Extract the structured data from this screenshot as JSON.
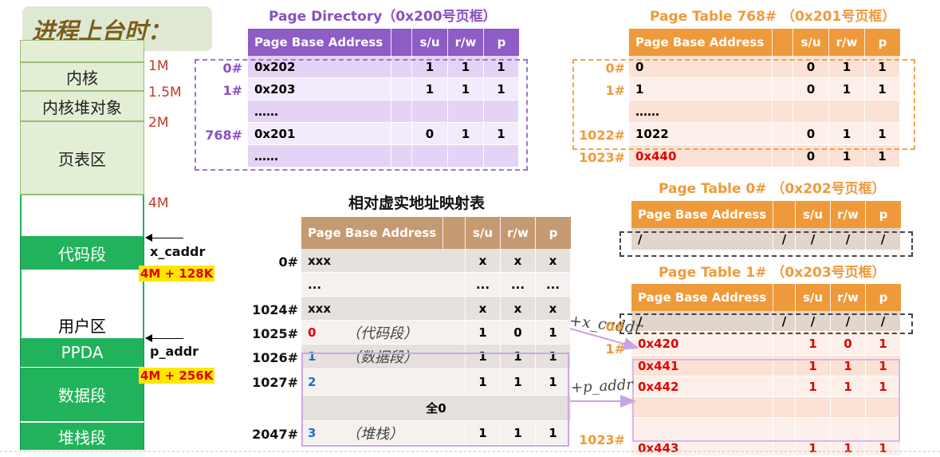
{
  "title": "进程上台时：",
  "memory_map": {
    "blocks": [
      "内核",
      "内核堆对象",
      "页表区",
      "代码段",
      "用户区",
      "PPDA",
      "数据段",
      "堆栈段"
    ],
    "marks": [
      "1M",
      "1.5M",
      "2M",
      "4M"
    ],
    "pointers": [
      {
        "label": "x_caddr",
        "address": "4M + 128K"
      },
      {
        "label": "p_addr",
        "address": "4M + 256K"
      }
    ]
  },
  "page_directory": {
    "title": "Page Directory（0x200号页框）",
    "headers": [
      "Page Base Address",
      "s/u",
      "r/w",
      "p"
    ],
    "rows": [
      {
        "idx": "0#",
        "addr": "0x202",
        "su": "1",
        "rw": "1",
        "p": "1"
      },
      {
        "idx": "1#",
        "addr": "0x203",
        "su": "1",
        "rw": "1",
        "p": "1"
      },
      {
        "idx": "",
        "addr": "……",
        "su": "",
        "rw": "",
        "p": ""
      },
      {
        "idx": "768#",
        "addr": "0x201",
        "su": "0",
        "rw": "1",
        "p": "1"
      },
      {
        "idx": "",
        "addr": "……",
        "su": "",
        "rw": "",
        "p": ""
      }
    ]
  },
  "page_table_768": {
    "title": "Page Table 768#  （0x201号页框）",
    "headers": [
      "Page Base Address",
      "s/u",
      "r/w",
      "p"
    ],
    "rows": [
      {
        "idx": "0#",
        "addr": "0",
        "su": "0",
        "rw": "1",
        "p": "1"
      },
      {
        "idx": "1#",
        "addr": "1",
        "su": "0",
        "rw": "1",
        "p": "1"
      },
      {
        "idx": "",
        "addr": "……",
        "su": "",
        "rw": "",
        "p": ""
      },
      {
        "idx": "1022#",
        "addr": "1022",
        "su": "0",
        "rw": "1",
        "p": "1"
      },
      {
        "idx": "1023#",
        "addr": "0x440",
        "su": "0",
        "rw": "1",
        "p": "1"
      }
    ]
  },
  "page_table_0": {
    "title": "Page Table 0#  （0x202号页框）",
    "headers": [
      "Page Base Address",
      "s/u",
      "r/w",
      "p"
    ],
    "row": [
      "/",
      "/",
      "/",
      "/",
      "/"
    ]
  },
  "page_table_1": {
    "title": "Page Table 1#  （0x203号页框）",
    "headers": [
      "Page Base Address",
      "s/u",
      "r/w",
      "p"
    ],
    "rows": [
      {
        "idx": "0#",
        "addr": "/",
        "c1": "/",
        "su": "/",
        "rw": "/",
        "p": "/"
      },
      {
        "idx": "1#",
        "addr": "0x420",
        "c1": "",
        "su": "1",
        "rw": "0",
        "p": "1"
      },
      {
        "idx": "",
        "addr": "0x441",
        "c1": "",
        "su": "1",
        "rw": "1",
        "p": "1"
      },
      {
        "idx": "",
        "addr": "0x442",
        "c1": "",
        "su": "1",
        "rw": "1",
        "p": "1"
      },
      {
        "idx": "",
        "addr": "",
        "c1": "",
        "su": "",
        "rw": "",
        "p": ""
      },
      {
        "idx": "1023#",
        "addr": "0x443",
        "c1": "",
        "su": "1",
        "rw": "1",
        "p": "1"
      }
    ]
  },
  "relative_table": {
    "title": "相对虚实地址映射表",
    "headers": [
      "Page Base Address",
      "s/u",
      "r/w",
      "p"
    ],
    "rows": [
      {
        "idx": "0#",
        "addr": "xxx",
        "note": "",
        "su": "x",
        "rw": "x",
        "p": "x"
      },
      {
        "idx": "",
        "addr": "...",
        "note": "",
        "su": "...",
        "rw": "...",
        "p": "..."
      },
      {
        "idx": "1024#",
        "addr": "xxx",
        "note": "",
        "su": "x",
        "rw": "x",
        "p": "x"
      },
      {
        "idx": "1025#",
        "addr": "0",
        "note": "（代码段）",
        "su": "1",
        "rw": "0",
        "p": "1"
      },
      {
        "idx": "1026#",
        "addr": "1",
        "note": "（数据段）",
        "su": "1",
        "rw": "1",
        "p": "1"
      },
      {
        "idx": "1027#",
        "addr": "2",
        "note": "",
        "su": "1",
        "rw": "1",
        "p": "1"
      },
      {
        "idx": "",
        "addr": "全0",
        "note": "",
        "su": "",
        "rw": "",
        "p": ""
      },
      {
        "idx": "2047#",
        "addr": "3",
        "note": "（堆栈）",
        "su": "1",
        "rw": "1",
        "p": "1"
      }
    ]
  },
  "annotations": {
    "x_caddr": "+x_caddr",
    "p_addr": "+p_addr"
  },
  "colors": {
    "green": "#21b35b",
    "purple": "#8a4fc1",
    "orange": "#ef9a3a",
    "tan": "#c59a72"
  }
}
